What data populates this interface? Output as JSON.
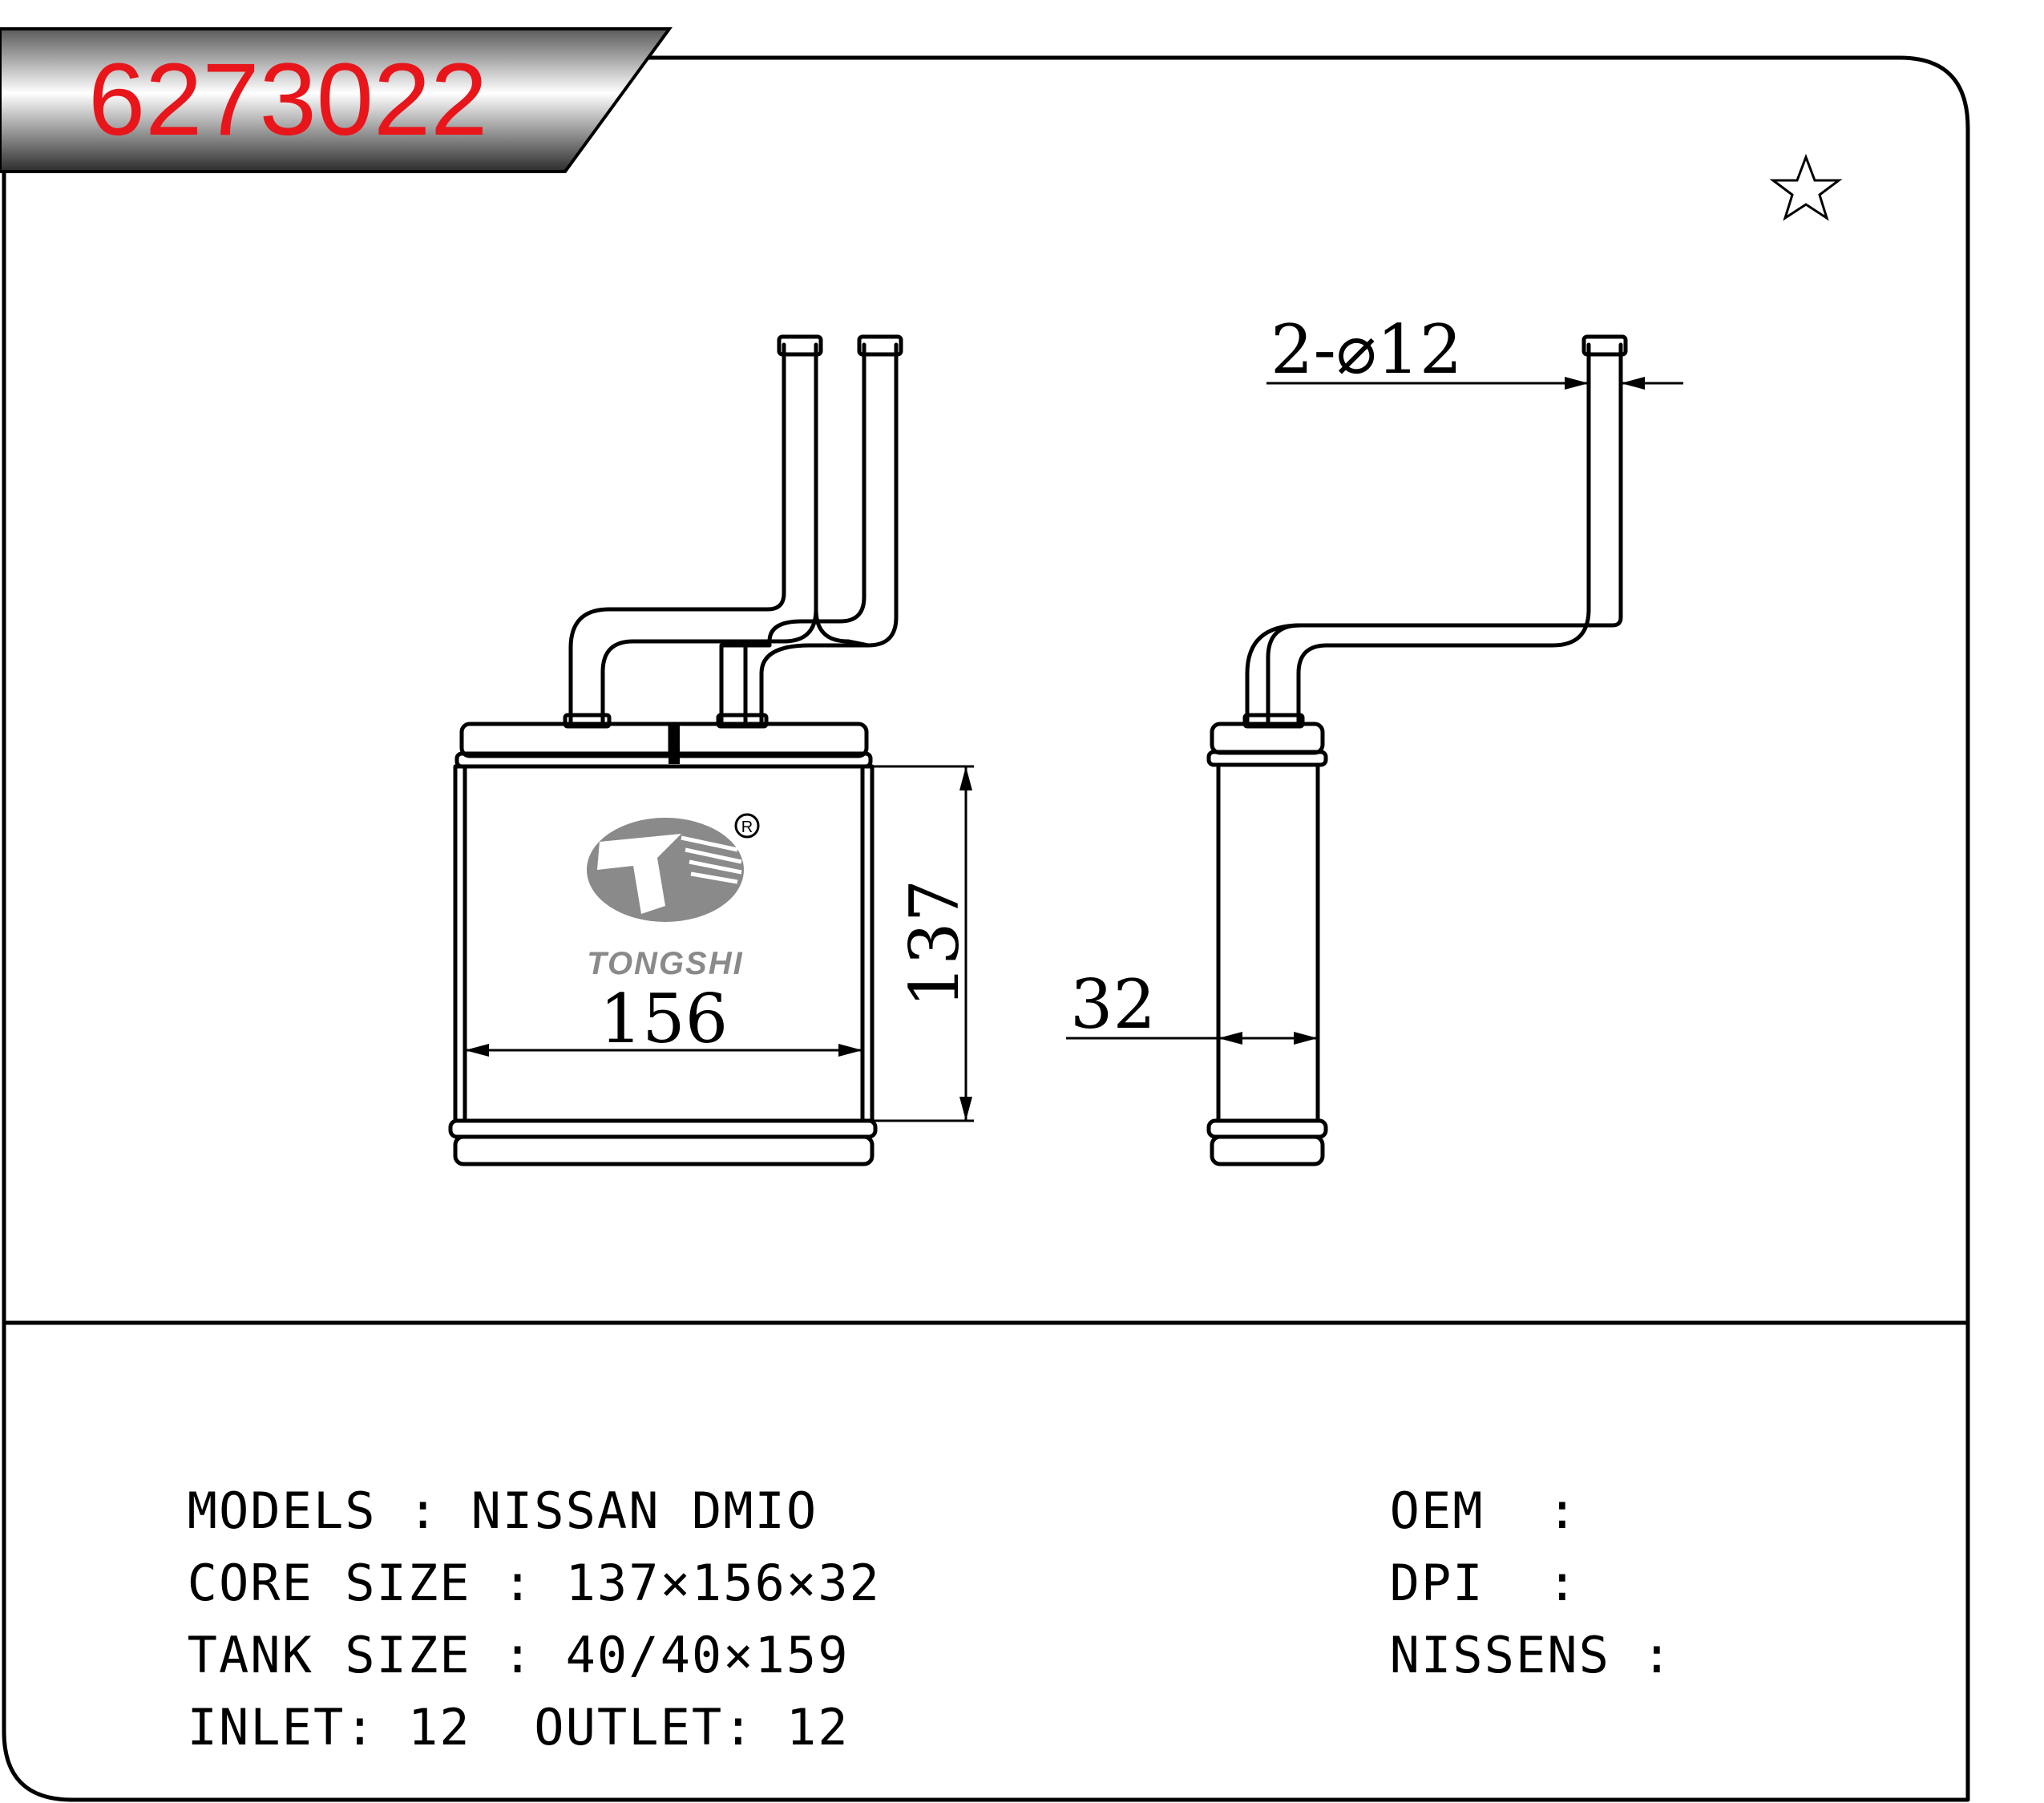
{
  "part_number": "6273022",
  "brand": {
    "name": "TONGSHI",
    "registered_mark": "R"
  },
  "dimensions": {
    "width": "156",
    "height": "137",
    "depth": "32",
    "pipe": "2-⌀12"
  },
  "specs": {
    "models_label": "MODELS",
    "models_value": "NISSAN DMIO",
    "core_label": "CORE SIZE",
    "core_value": "137×156×32",
    "tank_label": "TANK SIZE",
    "tank_value": "40/40×159",
    "inlet_label": "INLET:",
    "inlet_value": "12",
    "outlet_label": "OUTLET:",
    "outlet_value": "12",
    "separator": ":"
  },
  "references": {
    "oem_label": "OEM",
    "dpi_label": "DPI",
    "nissens_label": "NISSENS",
    "separator": ":"
  },
  "colors": {
    "part_number": "#e8151b",
    "logo_gray": "#8a8a8a",
    "line": "#000000"
  },
  "icons": {
    "favorite": "star-outline-icon"
  }
}
